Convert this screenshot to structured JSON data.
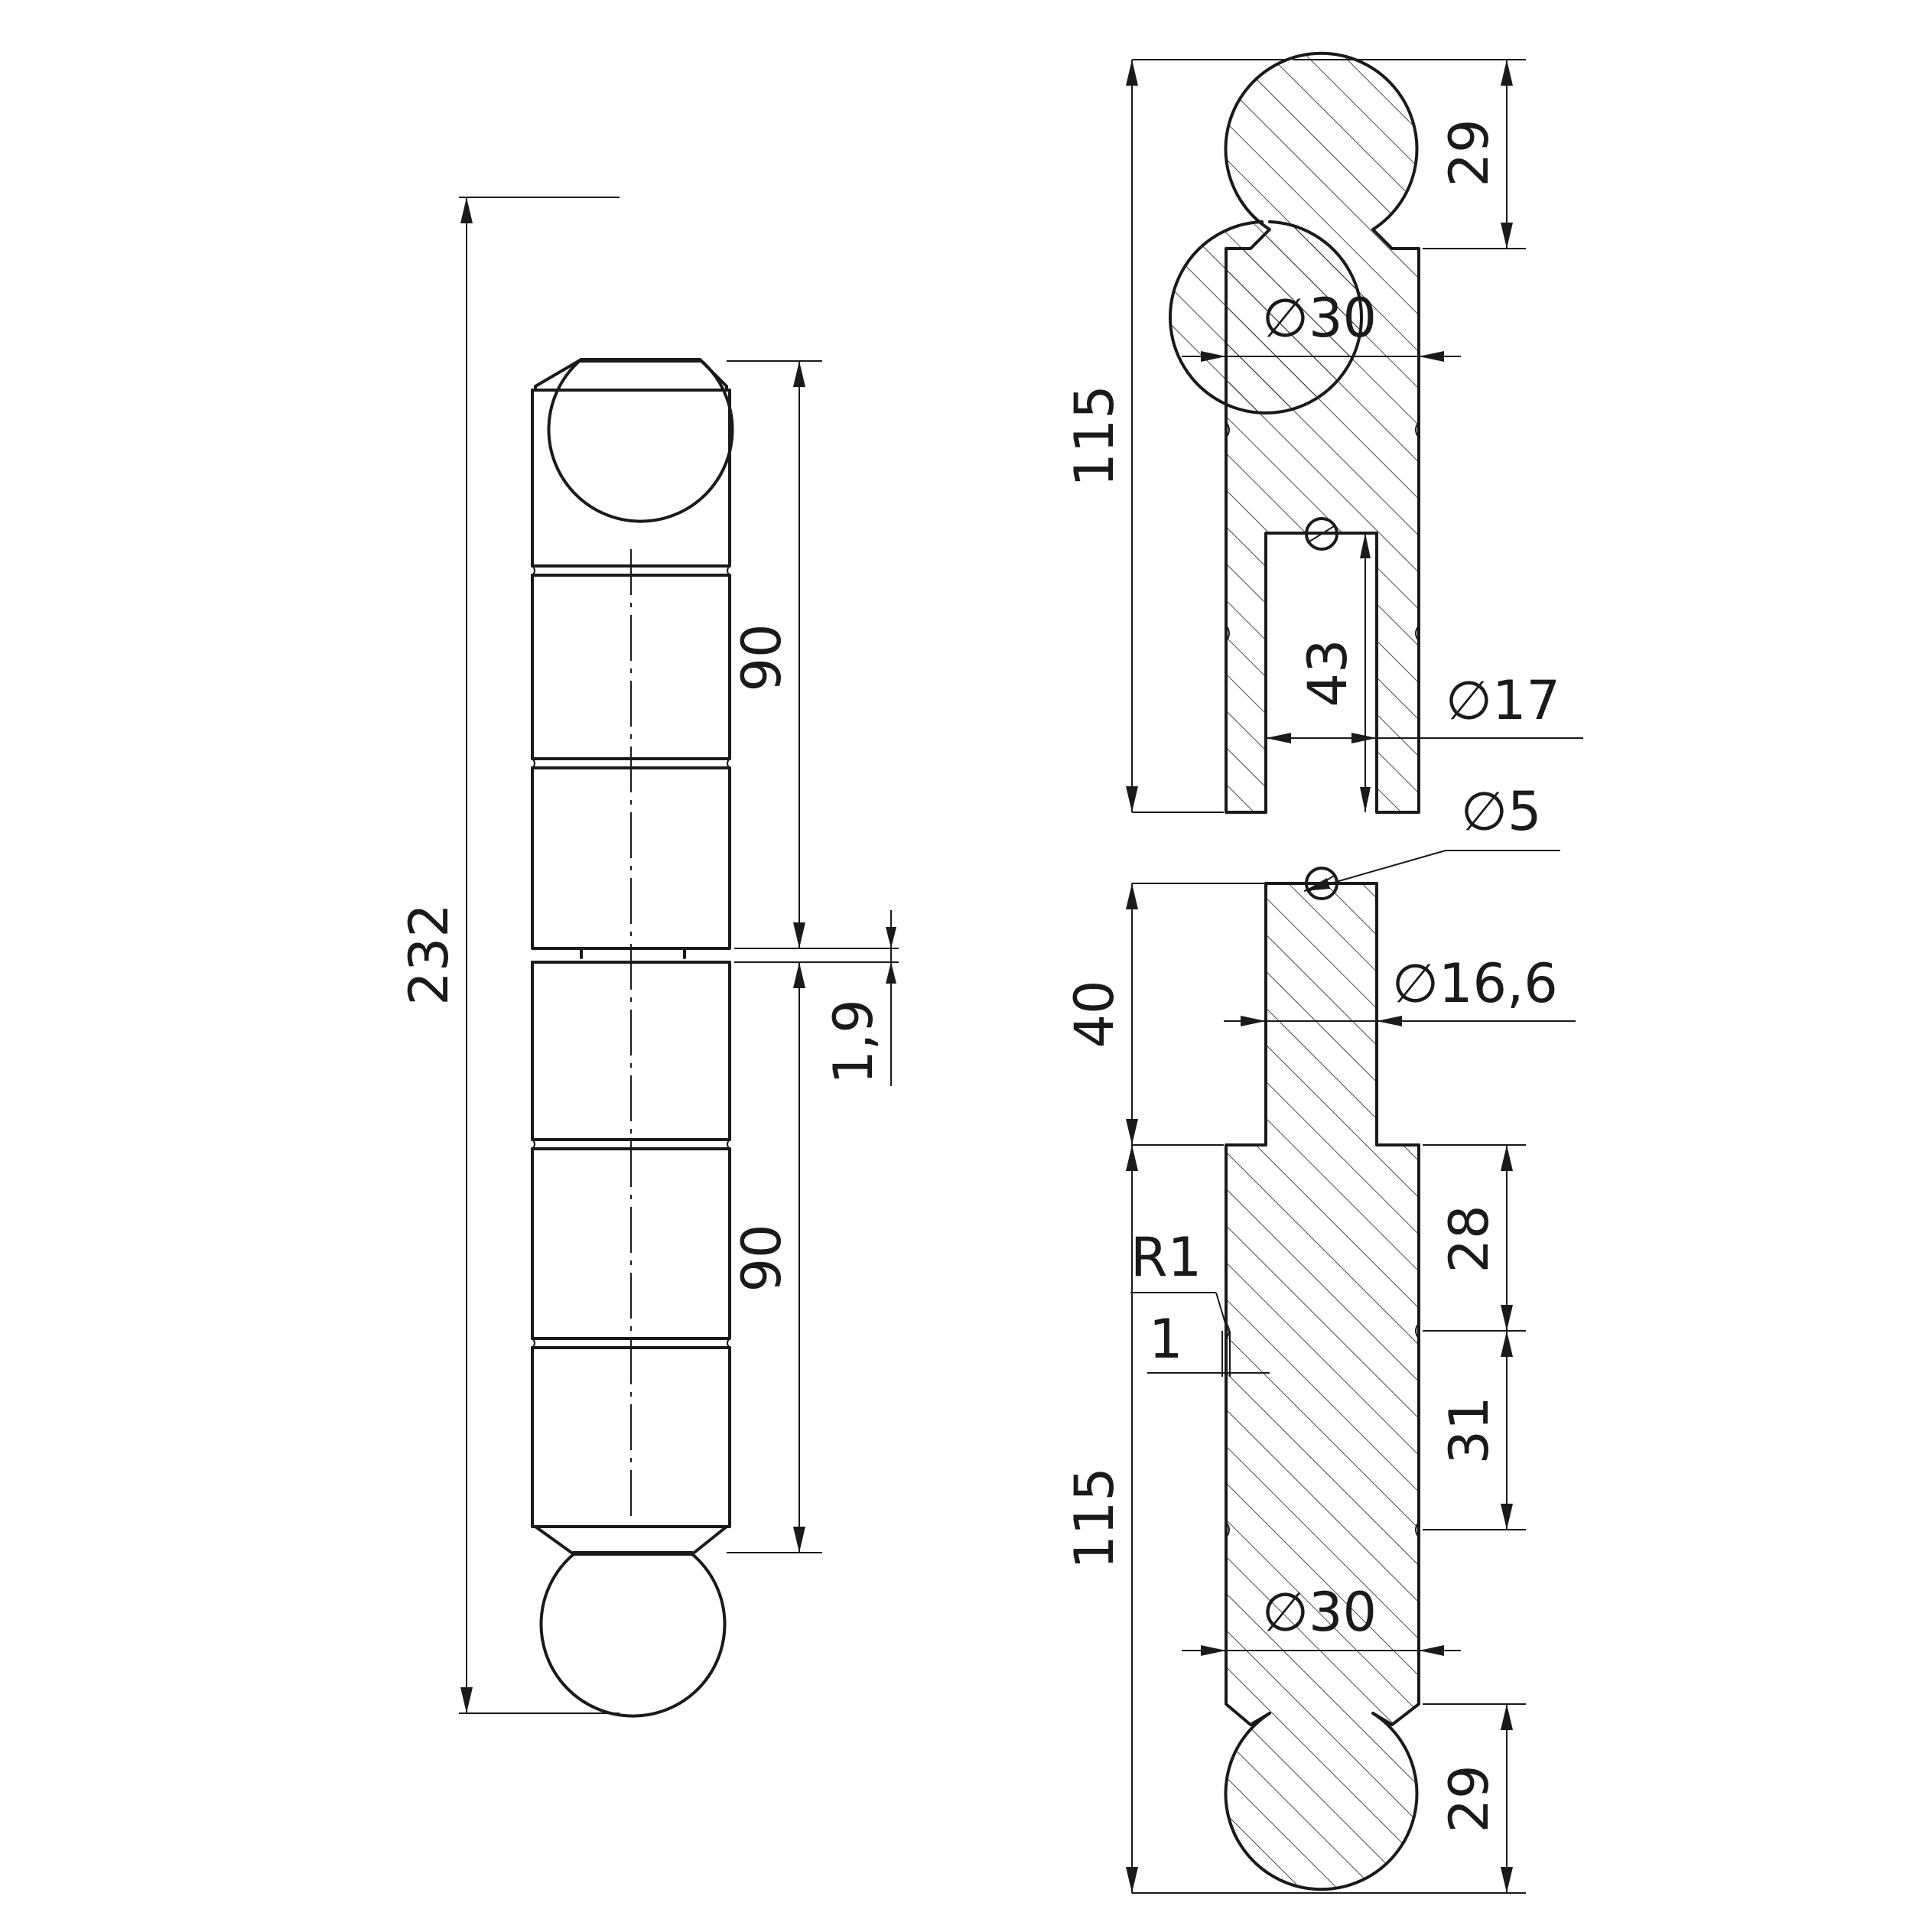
{
  "labels": {
    "overall_length": "232",
    "left_upper_90": "90",
    "left_lower_90": "90",
    "gap": "1,9",
    "upper_length": "115",
    "upper_ball": "29",
    "upper_diameter": "∅30",
    "bore_depth": "43",
    "bore_diameter": "∅17",
    "pin_diameter": "∅5",
    "pin_length": "40",
    "pin_shaft_diameter": "∅16,6",
    "lower_length": "115",
    "groove_spacing_1": "28",
    "groove_spacing_2": "31",
    "groove_radius": "R1",
    "groove_depth": "1",
    "lower_diameter": "∅30",
    "lower_ball": "29"
  }
}
